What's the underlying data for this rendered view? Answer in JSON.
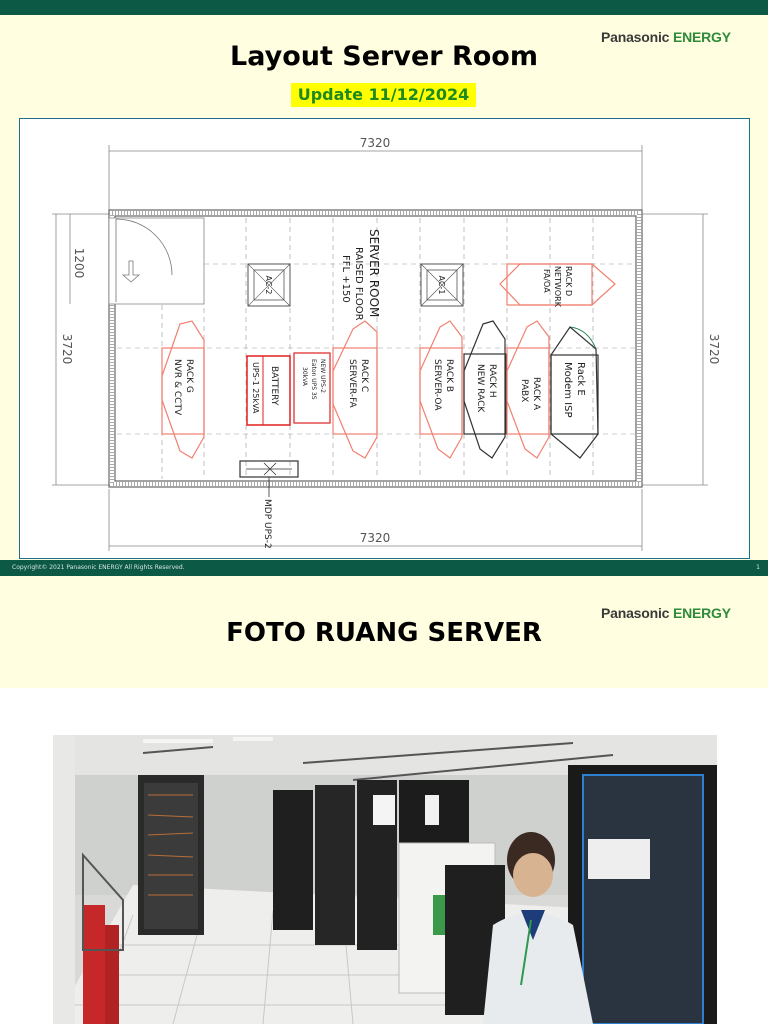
{
  "slide1": {
    "logo": {
      "brand": "Panasonic",
      "word": "ENERGY"
    },
    "title": "Layout Server Room",
    "subtitle": "Update 11/12/2024",
    "plan": {
      "dim_top": "7320",
      "dim_bottom": "7320",
      "dim_left": "3720",
      "dim_right": "3720",
      "dim_door": "1200",
      "room_label": [
        "SERVER ROOM",
        "RAISED FLOOR",
        "FFL +150"
      ],
      "ac_units": [
        "AC-2",
        "AC-1"
      ],
      "rack_g": [
        "RACK G",
        "NVR & CCTV"
      ],
      "battery": "BATTERY",
      "ups1": "UPS-1 25kVA",
      "new_ups": [
        "NEW UPS-2",
        "Eaton UPS 3S",
        "30kVA"
      ],
      "rack_c": [
        "RACK C",
        "SERVER-FA"
      ],
      "rack_b": [
        "RACK B",
        "SERVER-OA"
      ],
      "rack_h": [
        "RACK H",
        "NEW RACK"
      ],
      "rack_a": [
        "RACK A",
        "PABX"
      ],
      "rack_e": [
        "Rack E",
        "Modem ISP"
      ],
      "rack_d": [
        "RACK D",
        "NETWORK",
        "FA/OA"
      ],
      "mdp": "MDP UPS-2"
    },
    "footer": {
      "copyright": "Copyright© 2021 Panasonic ENERGY All Rights Reserved.",
      "page": "1"
    }
  },
  "slide2": {
    "logo": {
      "brand": "Panasonic",
      "word": "ENERGY"
    },
    "title": "FOTO RUANG SERVER"
  },
  "colors": {
    "brand_green": "#0c5a46",
    "header_bg": "#fffee0",
    "highlight": "#ffff00",
    "rack_outline": "#f08070"
  }
}
